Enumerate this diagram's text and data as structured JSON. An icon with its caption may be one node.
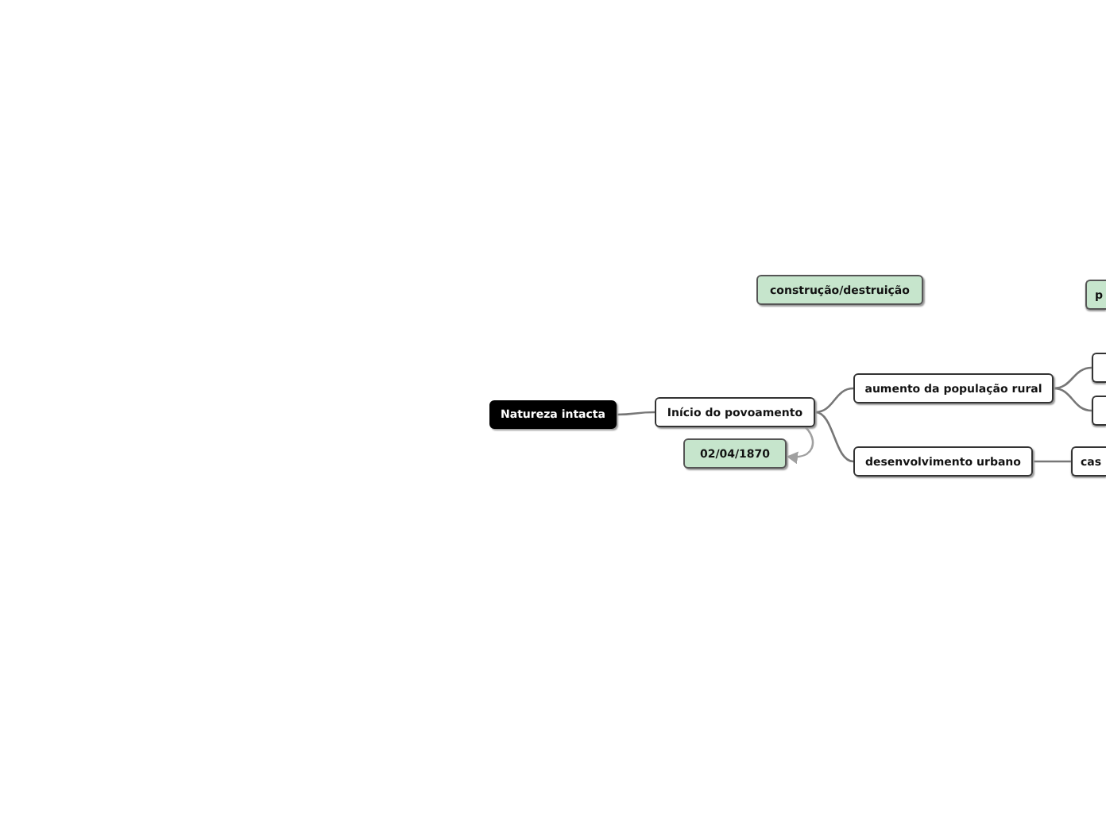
{
  "diagram": {
    "nodes": [
      {
        "text": [
          "construção/destruição"
        ]
      },
      {
        "text": [
          "p"
        ]
      },
      {
        "text": [],
        "shape": "box"
      },
      {
        "text": [
          "Natureza intacta"
        ]
      },
      {
        "text": [
          "Início do povoamento"
        ]
      },
      {
        "text": [
          "aumento da população rural"
        ]
      },
      {
        "text": [],
        "shape": "box"
      },
      {
        "text": [
          "02/04/1870"
        ]
      },
      {
        "text": [
          "desenvolvimento urbano"
        ]
      },
      {
        "text": [
          "cas"
        ]
      }
    ],
    "edges": [
      {
        "from": 3,
        "to": 4,
        "arrow": "none"
      },
      {
        "from": 4,
        "to": 5,
        "arrow": "none"
      },
      {
        "from": 4,
        "to": 8,
        "arrow": "none"
      },
      {
        "from": 4,
        "to": 7,
        "arrow": "to",
        "color": "#a0a0a0"
      },
      {
        "from": 5,
        "to": 2,
        "arrow": "none"
      },
      {
        "from": 5,
        "to": 6,
        "arrow": "none"
      },
      {
        "from": 8,
        "to": 9,
        "arrow": "none"
      }
    ]
  }
}
